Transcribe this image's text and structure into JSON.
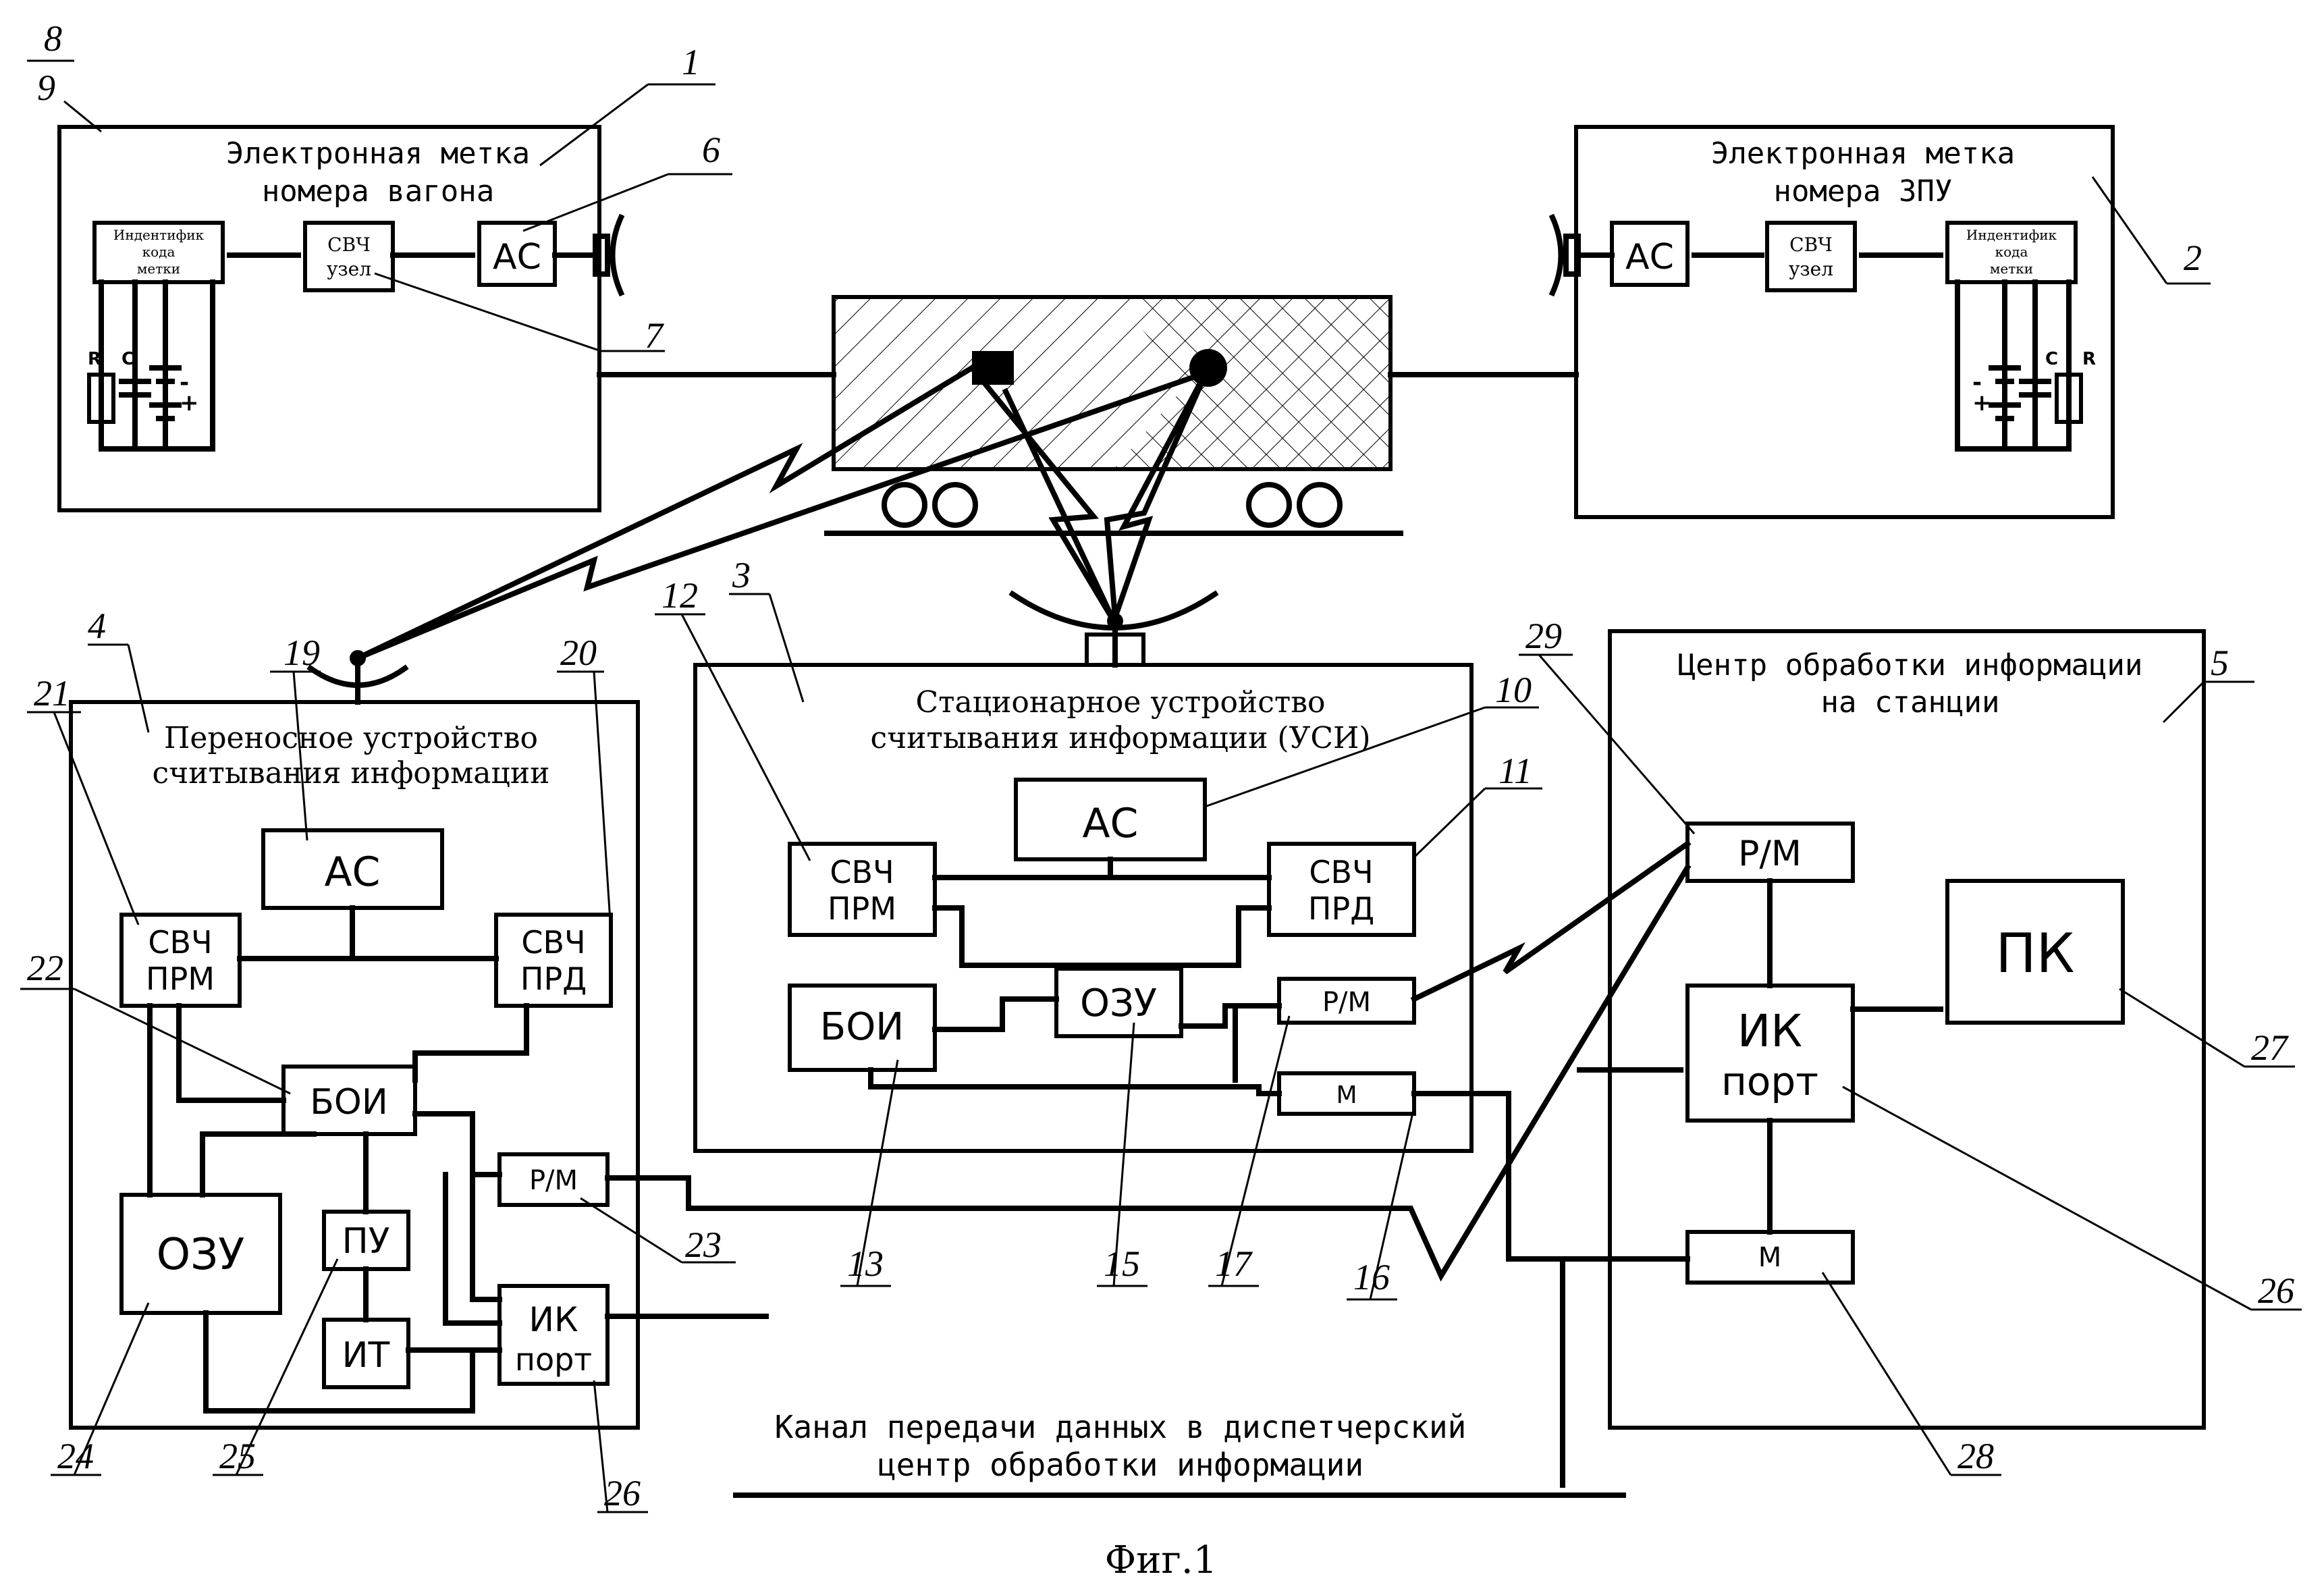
{
  "figure_caption": "Фиг.1",
  "tag_wagon": {
    "title_line1": "Электронная метка",
    "title_line2": "номера вагона",
    "id_block": [
      "Индентифик",
      "кода",
      "метки"
    ],
    "microwave_node": [
      "СВЧ",
      "узел"
    ],
    "antenna": "АС",
    "r": "R",
    "c": "C",
    "minus": "-",
    "plus": "+"
  },
  "tag_lock": {
    "title_line1": "Электронная метка",
    "title_line2": "номера ЗПУ",
    "id_block": [
      "Индентифик",
      "кода",
      "метки"
    ],
    "microwave_node": [
      "СВЧ",
      "узел"
    ],
    "antenna": "АС",
    "r": "R",
    "c": "C",
    "minus": "-",
    "plus": "+"
  },
  "stationary_reader": {
    "title_line1": "Стационарное устройство",
    "title_line2": "считывания информации (УСИ)",
    "antenna": "АС",
    "mw_receiver": [
      "СВЧ",
      "ПРМ"
    ],
    "mw_transmitter": [
      "СВЧ",
      "ПРД"
    ],
    "info_processor": "БОИ",
    "ram": "ОЗУ",
    "radio_modem": "Р/М",
    "modem": "М"
  },
  "portable_reader": {
    "title_line1": "Переносное устройство",
    "title_line2": "считывания информации",
    "antenna": "АС",
    "mw_receiver": [
      "СВЧ",
      "ПРМ"
    ],
    "mw_transmitter": [
      "СВЧ",
      "ПРД"
    ],
    "info_processor": "БОИ",
    "ram": "ОЗУ",
    "control_panel": "ПУ",
    "power_source": "ИТ",
    "radio_modem": "Р/М",
    "ir_port": [
      "ИК",
      "порт"
    ]
  },
  "station_center": {
    "title_line1": "Центр обработки информации",
    "title_line2": "на станции",
    "radio_modem": "Р/М",
    "ir_port": [
      "ИК",
      "порт"
    ],
    "pc": "ПК",
    "modem": "М"
  },
  "channel_label": [
    "Канал передачи данных в диспетчерский",
    "центр обработки информации"
  ],
  "callouts": {
    "n1": "1",
    "n2": "2",
    "n3": "3",
    "n4": "4",
    "n5": "5",
    "n6": "6",
    "n7": "7",
    "n8": "8",
    "n9": "9",
    "n10": "10",
    "n11": "11",
    "n12": "12",
    "n13": "13",
    "n15": "15",
    "n16": "16",
    "n17": "17",
    "n19": "19",
    "n20": "20",
    "n21": "21",
    "n22": "22",
    "n23": "23",
    "n24": "24",
    "n25": "25",
    "n26a": "26",
    "n26b": "26",
    "n27": "27",
    "n28": "28",
    "n29": "29"
  }
}
